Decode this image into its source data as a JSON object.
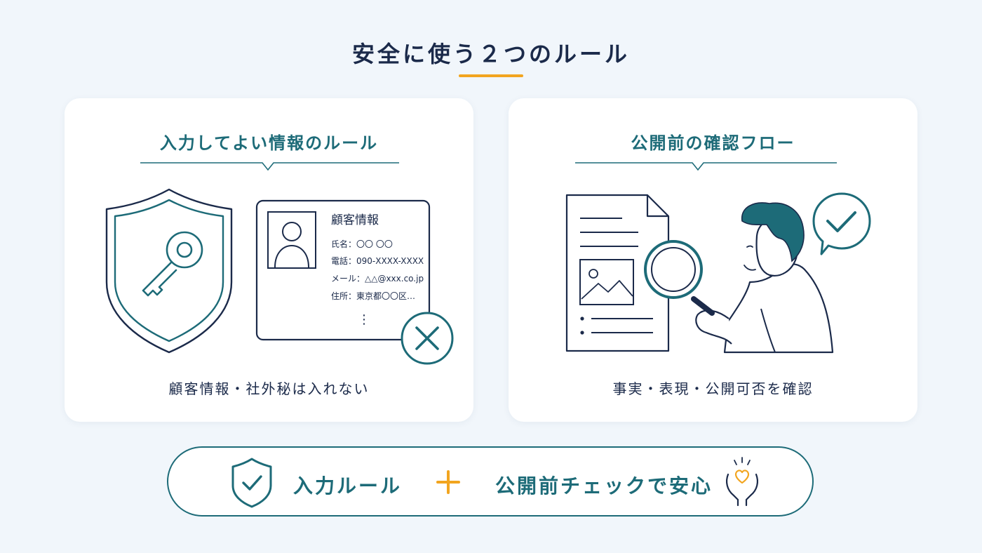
{
  "header": {
    "title": "安全に使う２つのルール"
  },
  "left_card": {
    "heading": "入力してよい情報のルール",
    "caption": "顧客情報・社外秘は入れない",
    "id_card": {
      "title": "顧客情報",
      "name_line": "氏名：〇〇 〇〇",
      "phone_line": "電話：090-XXXX-XXXX",
      "mail_line": "メール：△△@xxx.co.jp",
      "address_line": "住所：東京都〇〇区…",
      "more": "⋮"
    }
  },
  "right_card": {
    "heading": "公開前の確認フロー",
    "caption": "事実・表現・公開可否を確認"
  },
  "bottom_bar": {
    "left_text": "入力ルール",
    "plus": "+",
    "right_text": "公開前チェックで安心"
  },
  "colors": {
    "background": "#f1f6fb",
    "navy": "#1b2a4a",
    "teal": "#1d6b78",
    "accent_orange": "#f2a51f"
  }
}
